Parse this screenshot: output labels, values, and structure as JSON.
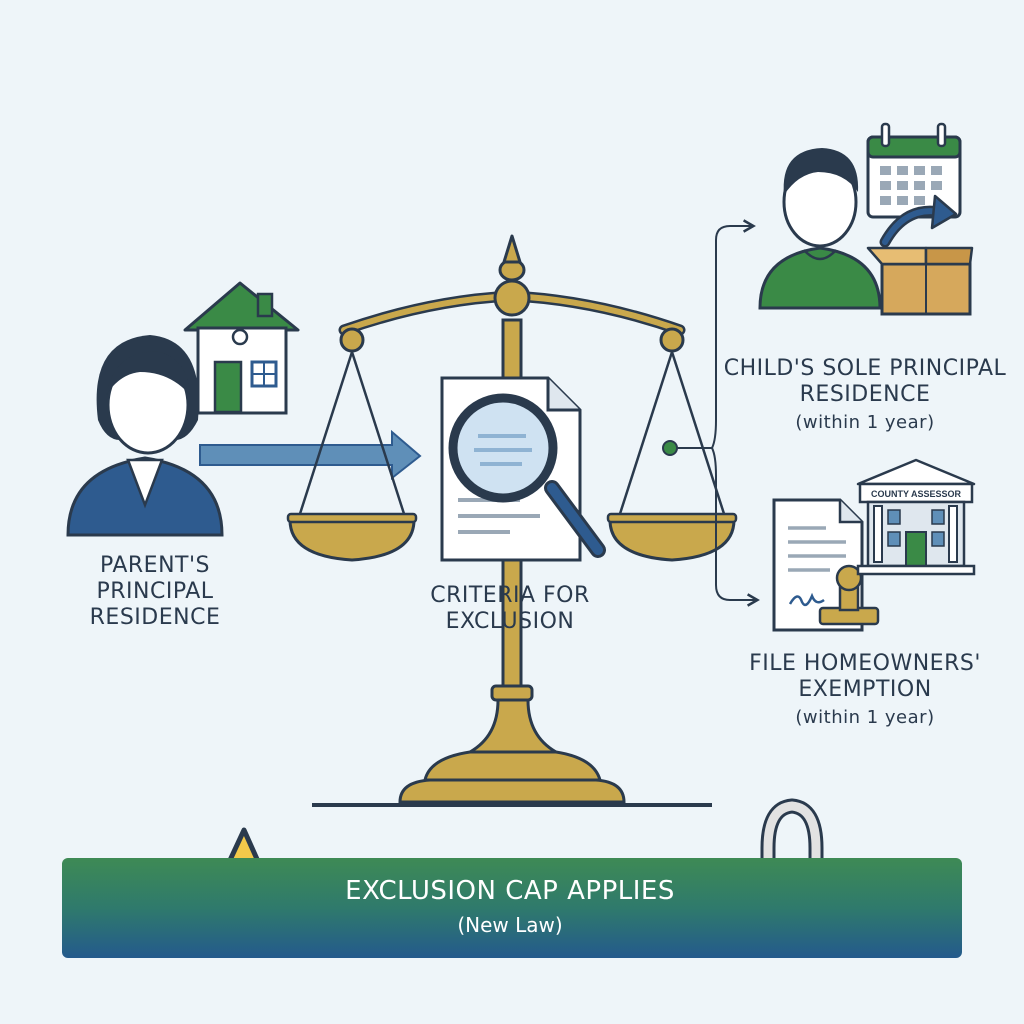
{
  "nodes": {
    "parent": {
      "title": "PARENT'S PRINCIPAL RESIDENCE"
    },
    "criteria": {
      "title": "CRITERIA FOR EXCLUSION"
    },
    "child": {
      "title": "CHILD'S SOLE PRINCIPAL RESIDENCE",
      "note": "(within 1 year)"
    },
    "file": {
      "title": "FILE HOMEOWNERS' EXEMPTION",
      "note": "(within 1 year)"
    }
  },
  "assessor": {
    "sign": "COUNTY ASSESSOR"
  },
  "banner": {
    "title": "EXCLUSION CAP APPLIES",
    "note": "(New Law)"
  },
  "colors": {
    "navy": "#2a3a4d",
    "blue": "#2e5b8f",
    "green": "#3a8a46",
    "gold": "#c9a84c",
    "banner_green": "#3e8a55",
    "banner_blue": "#245a8c",
    "warning_yellow": "#f3c94a"
  },
  "icons": [
    "parent-avatar-icon",
    "house-icon",
    "scale-icon",
    "magnifier-document-icon",
    "child-avatar-icon",
    "calendar-icon",
    "moving-box-icon",
    "certificate-stamp-icon",
    "courthouse-icon",
    "warning-icon",
    "padlock-icon"
  ]
}
